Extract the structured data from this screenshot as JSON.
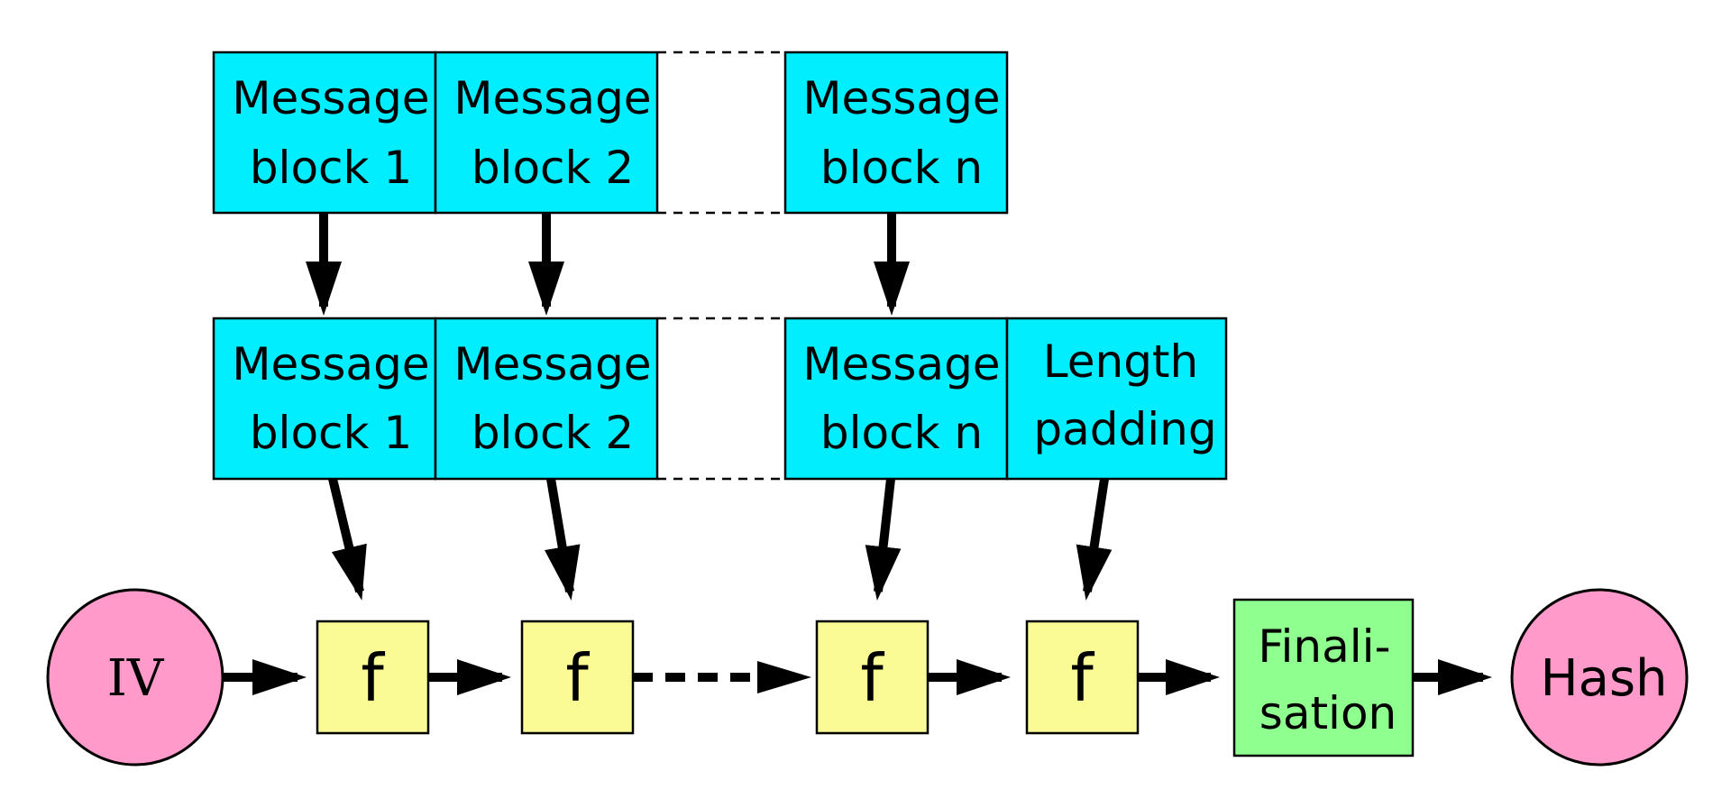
{
  "colors": {
    "message_block": "#00eeff",
    "compression": "#fbfb95",
    "finalisation": "#8fff8f",
    "endpoint": "#ff9acb"
  },
  "top_row": {
    "block1": {
      "line1": "Message",
      "line2": "block 1"
    },
    "block2": {
      "line1": "Message",
      "line2": "block 2"
    },
    "blockn": {
      "line1": "Message",
      "line2": "block n"
    }
  },
  "middle_row": {
    "block1": {
      "line1": "Message",
      "line2": "block 1"
    },
    "block2": {
      "line1": "Message",
      "line2": "block 2"
    },
    "blockn": {
      "line1": "Message",
      "line2": "block n"
    },
    "padding": {
      "line1": "Length",
      "line2": "padding"
    }
  },
  "chain": {
    "iv_label": "IV",
    "f_label": "f",
    "finalisation": {
      "line1": "Finali-",
      "line2": "sation"
    },
    "hash_label": "Hash"
  }
}
